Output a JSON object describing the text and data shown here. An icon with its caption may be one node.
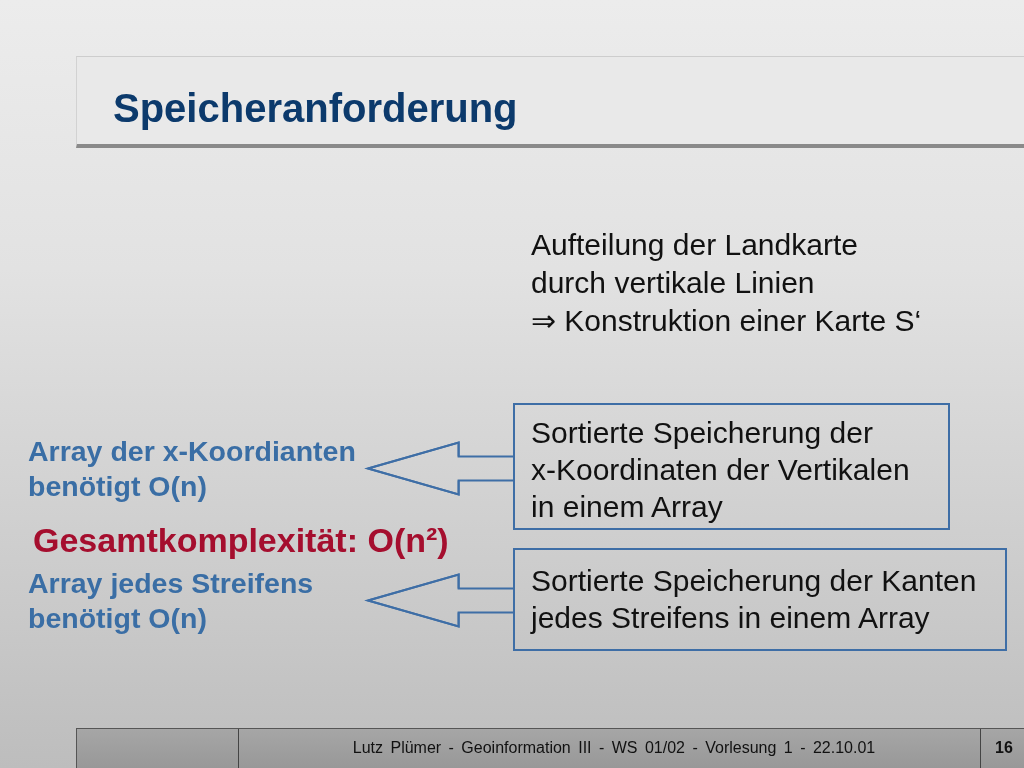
{
  "diagram": {
    "title": "Speicheranforderung",
    "nodes": [
      {
        "text": [
          "Sortierte Speicherung der x-Koordinaten der Vertikalen in einem Array"
        ]
      },
      {
        "text": [
          "Array der x-Koordianten benötigt O(n)"
        ]
      },
      {
        "text": [
          "Sortierte Speicherung der Kanten jedes Streifens in einem Array"
        ]
      },
      {
        "text": [
          "Array jedes Streifens benötigt O(n)"
        ]
      }
    ],
    "edges": [
      {
        "from": 0,
        "to": 1,
        "arrow": "to"
      },
      {
        "from": 2,
        "to": 3,
        "arrow": "to"
      }
    ],
    "labels": [
      "Aufteilung der Landkarte durch vertikale Linien",
      "⇒ Konstruktion einer Karte S‘",
      "Gesamtkomplexität: O(n²)",
      "Lutz Plümer - Geoinformation III - WS 01/02 - Vorlesung 1 - 22.10.01",
      "16"
    ]
  }
}
